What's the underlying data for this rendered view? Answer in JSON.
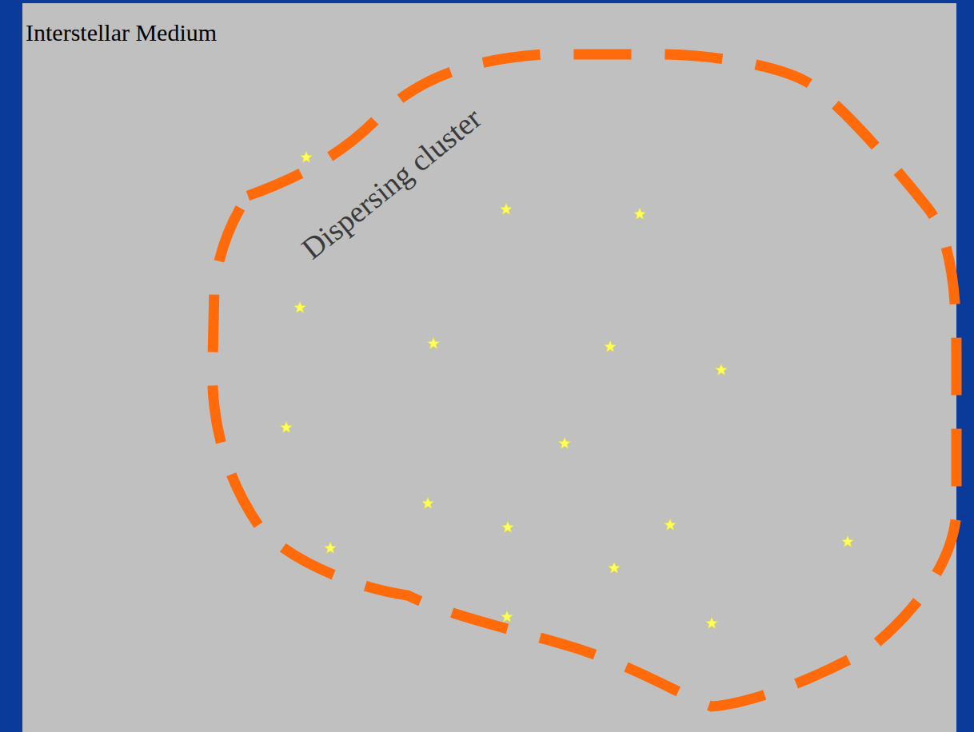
{
  "diagram": {
    "nodes": [
      {
        "text": [
          "Interstellar Medium"
        ]
      },
      {
        "text": [
          "Dispersing cluster"
        ],
        "in": 0
      }
    ]
  }
}
